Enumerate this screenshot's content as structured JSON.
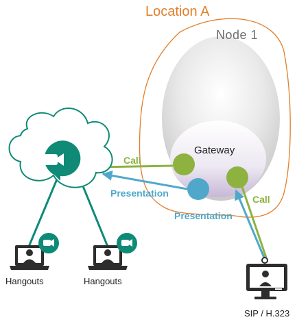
{
  "location": {
    "title": "Location A"
  },
  "node": {
    "title": "Node 1"
  },
  "gateway": {
    "label": "Gateway"
  },
  "labels": {
    "call_cloud": "Call",
    "presentation_cloud": "Presentation",
    "presentation_sip": "Presentation",
    "call_sip": "Call"
  },
  "endpoints": {
    "hangouts_1": "Hangouts",
    "hangouts_2": "Hangouts",
    "sip": "SIP / H.323"
  },
  "colors": {
    "location_border": "#e07f2a",
    "call": "#8db23f",
    "presentation": "#4fa8c9",
    "hangouts_teal": "#0f8a77",
    "device_dark": "#2d2d2d"
  },
  "icons": {
    "cloud": "hangouts-meet-icon",
    "laptop": "laptop-user-icon",
    "monitor": "monitor-user-icon"
  }
}
